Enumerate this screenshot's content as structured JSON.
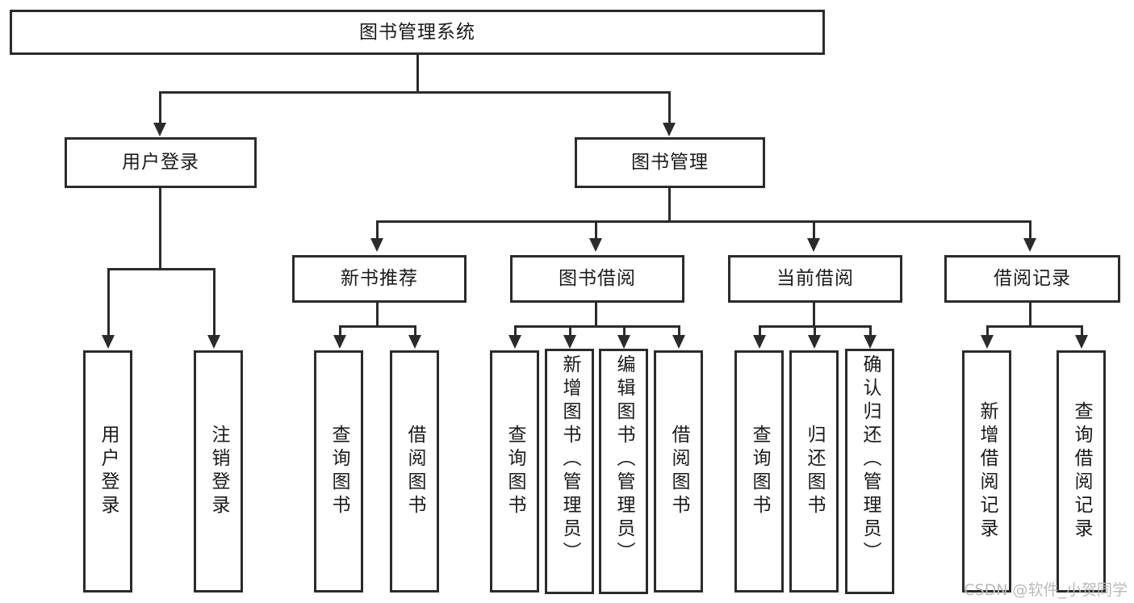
{
  "diagram": {
    "type": "tree-hierarchy",
    "title": "图书管理系统",
    "watermark": "CSDN @软件_小贺同学",
    "colors": {
      "box_border": "#2b2b2b",
      "background": "#ffffff",
      "text": "#1a1a1a",
      "watermark": "#b9b9b9"
    },
    "nodes": {
      "root": {
        "label": "图书管理系统",
        "level": 0
      },
      "user_login": {
        "label": "用户登录",
        "level": 1
      },
      "book_manage": {
        "label": "图书管理",
        "level": 1
      },
      "new_book_rec": {
        "label": "新书推荐",
        "level": 2
      },
      "book_borrow": {
        "label": "图书借阅",
        "level": 2
      },
      "current_borrow": {
        "label": "当前借阅",
        "level": 2
      },
      "borrow_record": {
        "label": "借阅记录",
        "level": 2
      },
      "leaf_user_login": {
        "label": "用户登录",
        "level": 3
      },
      "leaf_logout": {
        "label": "注销登录",
        "level": 3
      },
      "leaf_query_book_1": {
        "label": "查询图书",
        "level": 3
      },
      "leaf_borrow_book_1": {
        "label": "借阅图书",
        "level": 3
      },
      "leaf_query_book_2": {
        "label": "查询图书",
        "level": 3
      },
      "leaf_add_book": {
        "label": "新增图书（管理员）",
        "level": 3
      },
      "leaf_edit_book": {
        "label": "编辑图书（管理员）",
        "level": 3
      },
      "leaf_borrow_book_2": {
        "label": "借阅图书",
        "level": 3
      },
      "leaf_query_book_3": {
        "label": "查询图书",
        "level": 3
      },
      "leaf_return_book": {
        "label": "归还图书",
        "level": 3
      },
      "leaf_confirm_return": {
        "label": "确认归还（管理员）",
        "level": 3
      },
      "leaf_add_record": {
        "label": "新增借阅记录",
        "level": 3
      },
      "leaf_query_record": {
        "label": "查询借阅记录",
        "level": 3
      }
    },
    "edges": [
      {
        "from": "root",
        "to": "user_login"
      },
      {
        "from": "root",
        "to": "book_manage"
      },
      {
        "from": "user_login",
        "to": "leaf_user_login"
      },
      {
        "from": "user_login",
        "to": "leaf_logout"
      },
      {
        "from": "book_manage",
        "to": "new_book_rec"
      },
      {
        "from": "book_manage",
        "to": "book_borrow"
      },
      {
        "from": "book_manage",
        "to": "current_borrow"
      },
      {
        "from": "book_manage",
        "to": "borrow_record"
      },
      {
        "from": "new_book_rec",
        "to": "leaf_query_book_1"
      },
      {
        "from": "new_book_rec",
        "to": "leaf_borrow_book_1"
      },
      {
        "from": "book_borrow",
        "to": "leaf_query_book_2"
      },
      {
        "from": "book_borrow",
        "to": "leaf_add_book"
      },
      {
        "from": "book_borrow",
        "to": "leaf_edit_book"
      },
      {
        "from": "book_borrow",
        "to": "leaf_borrow_book_2"
      },
      {
        "from": "current_borrow",
        "to": "leaf_query_book_3"
      },
      {
        "from": "current_borrow",
        "to": "leaf_return_book"
      },
      {
        "from": "current_borrow",
        "to": "leaf_confirm_return"
      },
      {
        "from": "borrow_record",
        "to": "leaf_add_record"
      },
      {
        "from": "borrow_record",
        "to": "leaf_query_record"
      }
    ]
  }
}
